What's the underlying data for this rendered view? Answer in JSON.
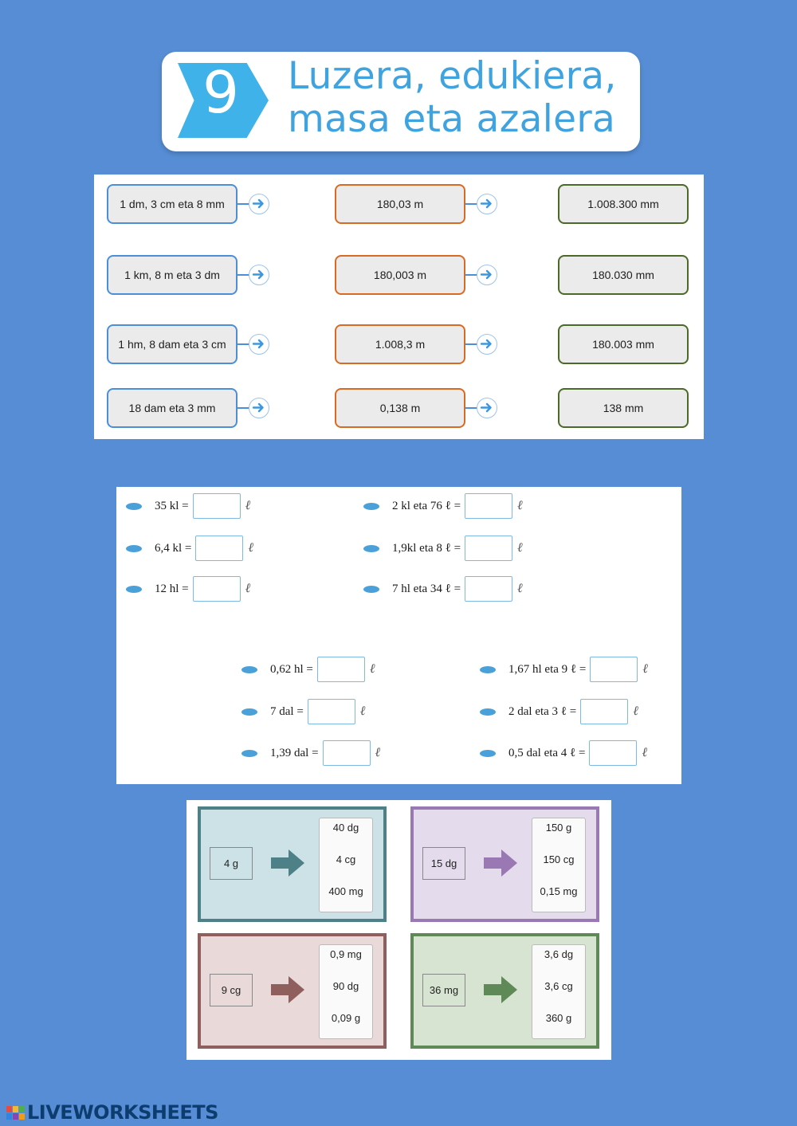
{
  "header": {
    "number": "9",
    "title_line1": "Luzera, edukiera,",
    "title_line2": "masa eta azalera"
  },
  "length_section": {
    "left": [
      "1 dm, 3 cm eta 8 mm",
      "1 km, 8 m eta 3 dm",
      "1 hm, 8 dam eta 3 cm",
      "18 dam eta 3 mm"
    ],
    "middle": [
      "180,03 m",
      "180,003 m",
      "1.008,3 m",
      "0,138 m"
    ],
    "right": [
      "1.008.300 mm",
      "180.030 mm",
      "180.003 mm",
      "138 mm"
    ],
    "colors": {
      "left": "#4a8fd8",
      "middle": "#d86a23",
      "right": "#4c6a27"
    }
  },
  "capacity_section": {
    "unit_symbol": "ℓ",
    "items": [
      {
        "label": "35 kl =",
        "value": ""
      },
      {
        "label": "6,4 kl =",
        "value": ""
      },
      {
        "label": "12 hl =",
        "value": ""
      },
      {
        "label": "2 kl eta 76 ℓ =",
        "value": ""
      },
      {
        "label": "1,9kl eta 8  ℓ =",
        "value": ""
      },
      {
        "label": "7 hl eta 34 ℓ =",
        "value": ""
      },
      {
        "label": "0,62 hl =",
        "value": ""
      },
      {
        "label": "7 dal =",
        "value": ""
      },
      {
        "label": "1,39 dal =",
        "value": ""
      },
      {
        "label": "1,67 hl eta 9  ℓ =",
        "value": ""
      },
      {
        "label": "2 dal eta 3  ℓ =",
        "value": ""
      },
      {
        "label": "0,5 dal eta 4  ℓ =",
        "value": ""
      }
    ]
  },
  "mass_section": {
    "cards": [
      {
        "source": "4 g",
        "options": [
          "40 dg",
          "4 cg",
          "400 mg"
        ],
        "color": "#4e8088",
        "bg": "#cde2e6"
      },
      {
        "source": "15 dg",
        "options": [
          "150 g",
          "150 cg",
          "0,15 mg"
        ],
        "color": "#9a78b3",
        "bg": "#e4dbed"
      },
      {
        "source": "9 cg",
        "options": [
          "0,9 mg",
          "90 dg",
          "0,09 g"
        ],
        "color": "#8f5f5e",
        "bg": "#e9d9d8"
      },
      {
        "source": "36 mg",
        "options": [
          "3,6 dg",
          "3,6 cg",
          "360 g"
        ],
        "color": "#5f8a57",
        "bg": "#d6e4d1"
      }
    ]
  },
  "footer": {
    "brand": "LIVEWORKSHEETS",
    "logo_letters": [
      "L",
      "I",
      "V",
      "E"
    ]
  }
}
